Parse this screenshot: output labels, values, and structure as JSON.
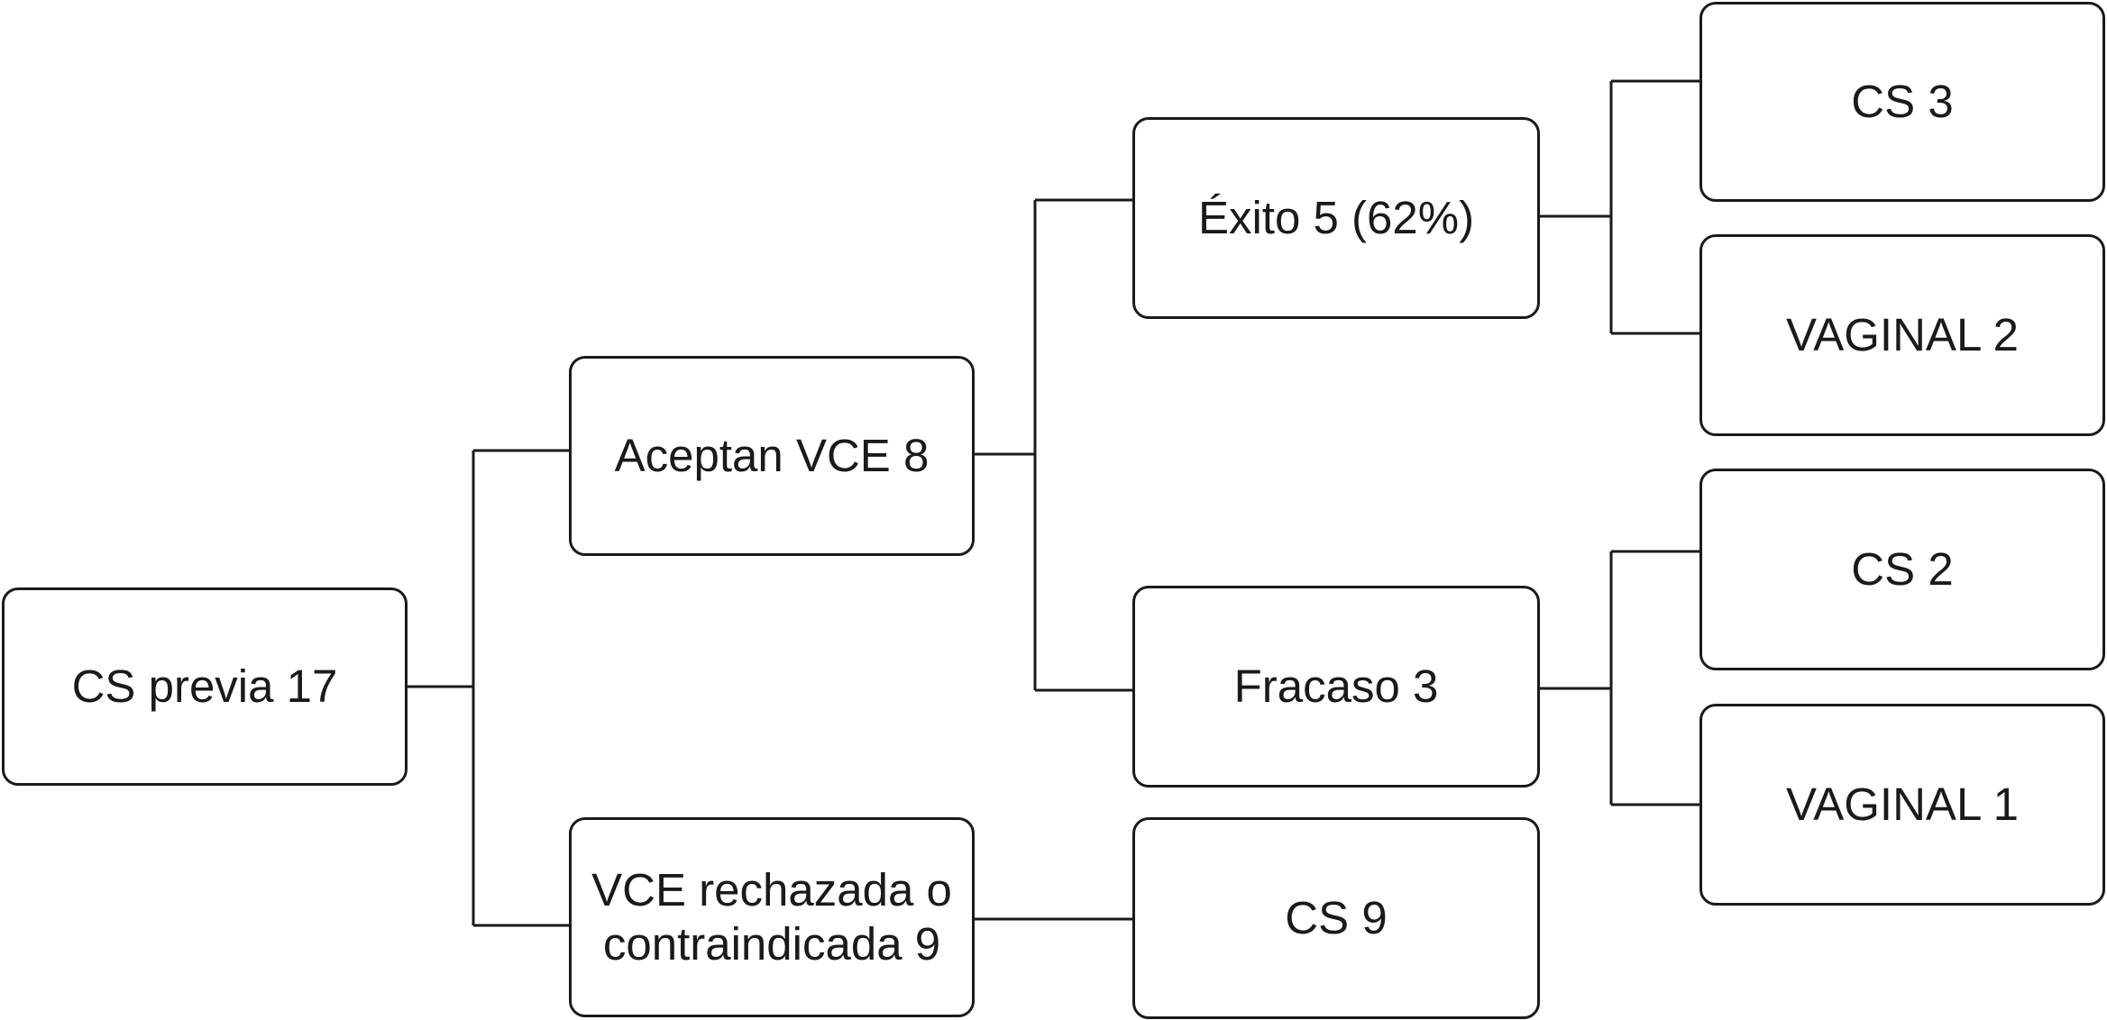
{
  "nodes": {
    "root": "CS previa 17",
    "accept": "Aceptan VCE 8",
    "reject_line1": "VCE rechazada o",
    "reject_line2": "contraindicada 9",
    "success": "Éxito 5 (62%)",
    "failure": "Fracaso 3",
    "reject_cs": "CS 9",
    "success_cs": "CS 3",
    "success_vaginal": "VAGINAL 2",
    "failure_cs": "CS 2",
    "failure_vaginal": "VAGINAL 1"
  },
  "colors": {
    "line": "#1a1a1a",
    "background": "#ffffff"
  }
}
